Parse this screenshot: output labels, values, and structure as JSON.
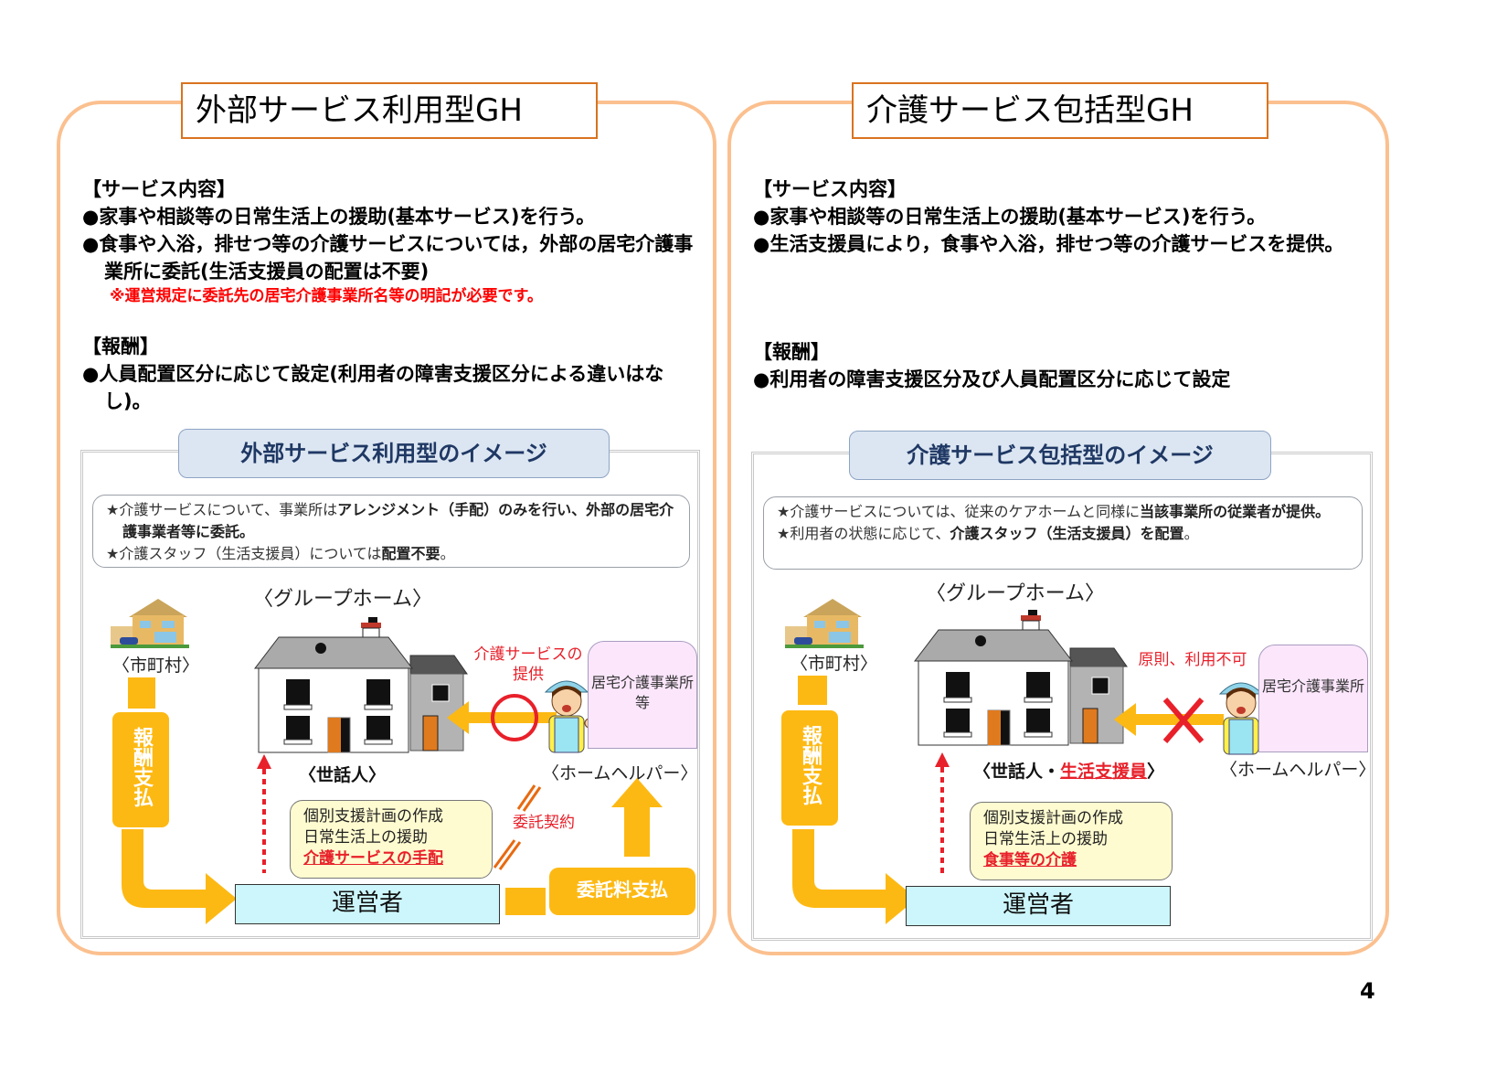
{
  "page_number": "4",
  "colors": {
    "panel_border": "#fbc08f",
    "title_border": "#d9731f",
    "note_red": "#ff0000",
    "arrow_yellow": "#fdb913",
    "image_title_bg": "#dce6f2",
    "image_title_text": "#1f3864",
    "operator_bg": "#ccf6fb",
    "plan_bg": "#fffbd0",
    "office_bg": "#fbe6fb"
  },
  "left": {
    "title": "外部サービス利用型GH",
    "service_heading": "【サービス内容】",
    "service_items": [
      "●家事や相談等の日常生活上の援助(基本サービス)を行う。",
      "●食事や入浴，排せつ等の介護サービスについては，外部の居宅介護事業所に委託(生活支援員の配置は不要)"
    ],
    "service_note": "※運営規定に委託先の居宅介護事業所名等の明記が必要です。",
    "fee_heading": "【報酬】",
    "fee_items": [
      "●人員配置区分に応じて設定(利用者の障害支援区分による違いはなし)。"
    ],
    "image": {
      "title": "外部サービス利用型のイメージ",
      "desc": {
        "line1_pre": "★介護サービスについて、事業所は",
        "line1_bold": "アレンジメント（手配）のみを行い、外部の居宅介護事業者等に委託。",
        "line2_pre": "★介護スタッフ（生活支援員）については",
        "line2_bold": "配置不要",
        "line2_post": "。"
      },
      "group_home_label": "〈グループホーム〉",
      "municipality_label": "〈市町村〉",
      "payment_label": "報酬支払",
      "caretaker_label": "〈世話人〉",
      "service_provision_label": "介護サービスの提供",
      "care_office_label": "居宅介護事業所等",
      "home_helper_label": "〈ホームヘルパー〉",
      "contract_label": "委託契約",
      "plan_lines": [
        "個別支援計画の作成",
        "日常生活上の援助"
      ],
      "plan_highlight": "介護サービスの手配",
      "operator_label": "運営者",
      "fee_payment_label": "委託料支払"
    }
  },
  "right": {
    "title": "介護サービス包括型GH",
    "service_heading": "【サービス内容】",
    "service_items": [
      "●家事や相談等の日常生活上の援助(基本サービス)を行う。",
      "●生活支援員により，食事や入浴，排せつ等の介護サービスを提供。"
    ],
    "fee_heading": "【報酬】",
    "fee_items": [
      "●利用者の障害支援区分及び人員配置区分に応じて設定"
    ],
    "image": {
      "title": "介護サービス包括型のイメージ",
      "desc": {
        "line1_pre": "★介護サービスについては、従来のケアホームと同様に",
        "line1_bold": "当該事業所の従業者が提供。",
        "line2_pre": "★利用者の状態に応じて、",
        "line2_bold": "介護スタッフ（生活支援員）を配置",
        "line2_post": "。"
      },
      "group_home_label": "〈グループホーム〉",
      "municipality_label": "〈市町村〉",
      "payment_label": "報酬支払",
      "caretaker_label_pre": "〈世話人・",
      "caretaker_label_highlight": "生活支援員",
      "caretaker_label_post": "〉",
      "not_allowed_label": "原則、利用不可",
      "care_office_label": "居宅介護事業所",
      "home_helper_label": "〈ホームヘルパー〉",
      "plan_lines": [
        "個別支援計画の作成",
        "日常生活上の援助"
      ],
      "plan_highlight": "食事等の介護",
      "operator_label": "運営者"
    }
  }
}
